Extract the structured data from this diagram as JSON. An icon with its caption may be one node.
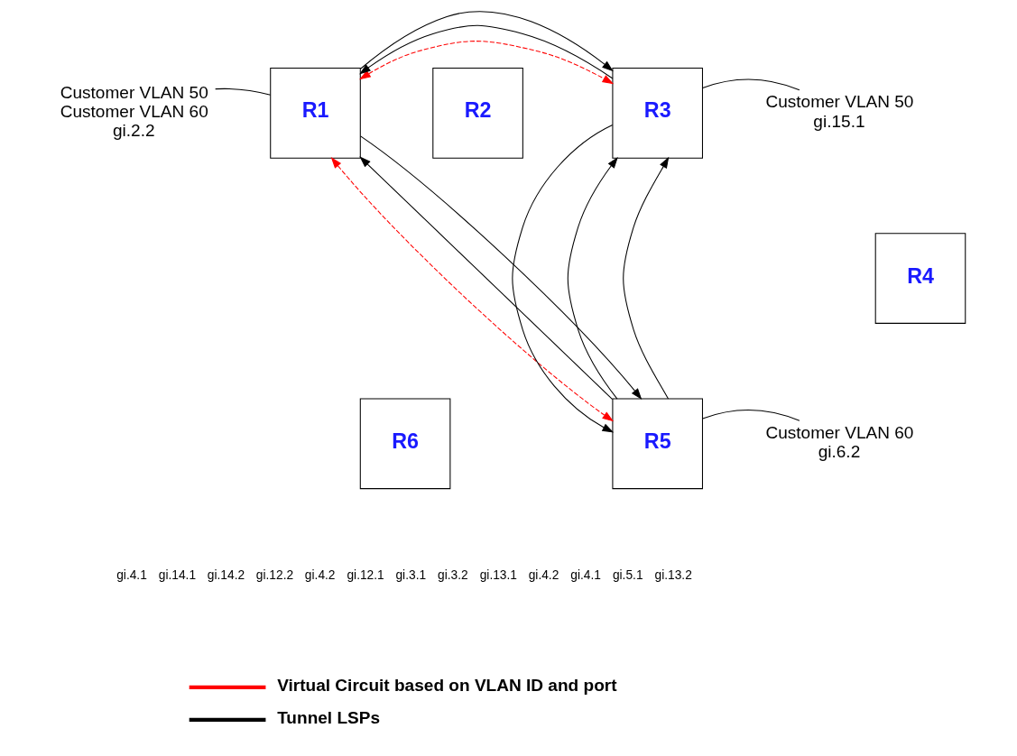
{
  "diagram": {
    "nodes": [
      {
        "text": [
          "R1"
        ]
      },
      {
        "text": [
          "R2"
        ]
      },
      {
        "text": [
          "R3"
        ]
      },
      {
        "text": [
          "R4"
        ]
      },
      {
        "text": [
          "R5"
        ]
      },
      {
        "text": [
          "R6"
        ]
      },
      {
        "text": [
          "Customer VLAN 50",
          "Customer VLAN 60",
          "gi.2.2"
        ]
      },
      {
        "text": [
          "Customer VLAN 50",
          "gi.15.1"
        ]
      },
      {
        "text": [
          "Customer VLAN 60",
          "gi.6.2"
        ]
      }
    ],
    "edges": [
      {
        "from": 0,
        "to": 2,
        "arrow": "both",
        "style": "dashed",
        "color": "#ff0000"
      },
      {
        "from": 0,
        "to": 4,
        "arrow": "both",
        "style": "dashed",
        "color": "#ff0000"
      },
      {
        "from": 4,
        "to": 2,
        "arrow": "to"
      },
      {
        "from": 2,
        "to": 0,
        "arrow": "to"
      },
      {
        "from": 0,
        "to": 2,
        "arrow": "to"
      },
      {
        "from": 4,
        "to": 0,
        "arrow": "to"
      },
      {
        "from": 0,
        "to": 4,
        "arrow": "to"
      },
      {
        "from": 2,
        "to": 4,
        "arrow": "to"
      },
      {
        "from": 4,
        "to": 2,
        "arrow": "to"
      },
      {
        "from": 6,
        "to": 0,
        "arrow": "none"
      },
      {
        "from": 2,
        "to": 7,
        "arrow": "none"
      },
      {
        "from": 4,
        "to": 8,
        "arrow": "none"
      }
    ],
    "labels": [
      "gi.4.1",
      "gi.14.1",
      "gi.14.2",
      "gi.12.2",
      "gi.4.2",
      "gi.12.1",
      "gi.3.1",
      "gi.3.2",
      "gi.13.1",
      "gi.4.2",
      "gi.4.1",
      "gi.5.1",
      "gi.13.2"
    ],
    "legend": [
      {
        "text": "Virtual Circuit based on VLAN ID and port"
      },
      {
        "text": "Tunnel LSPs"
      }
    ]
  }
}
